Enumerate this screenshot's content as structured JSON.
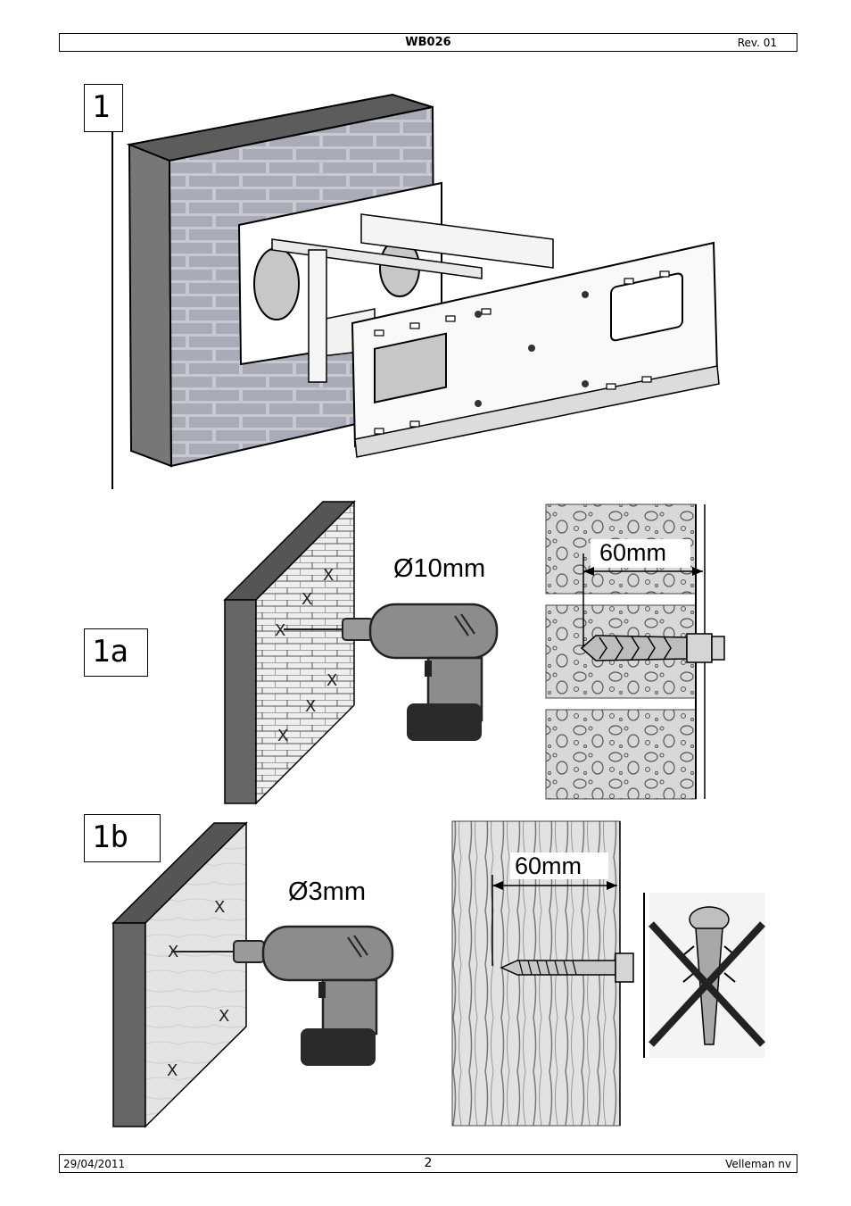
{
  "header": {
    "model": "WB026",
    "revision": "Rev. 01"
  },
  "figures": {
    "fig1": {
      "label": "1"
    },
    "fig1a": {
      "label": "1a",
      "drill_diameter": "Ø10mm",
      "depth": "60mm"
    },
    "fig1b": {
      "label": "1b",
      "drill_diameter": "Ø3mm",
      "depth": "60mm"
    }
  },
  "footer": {
    "date": "29/04/2011",
    "page_number": "2",
    "company": "Velleman nv"
  },
  "colors": {
    "wall_grey": "#777777",
    "brick_light": "#c4c7d0",
    "drill_grey": "#8c8c8c",
    "drill_dark": "#2a2a2a"
  }
}
